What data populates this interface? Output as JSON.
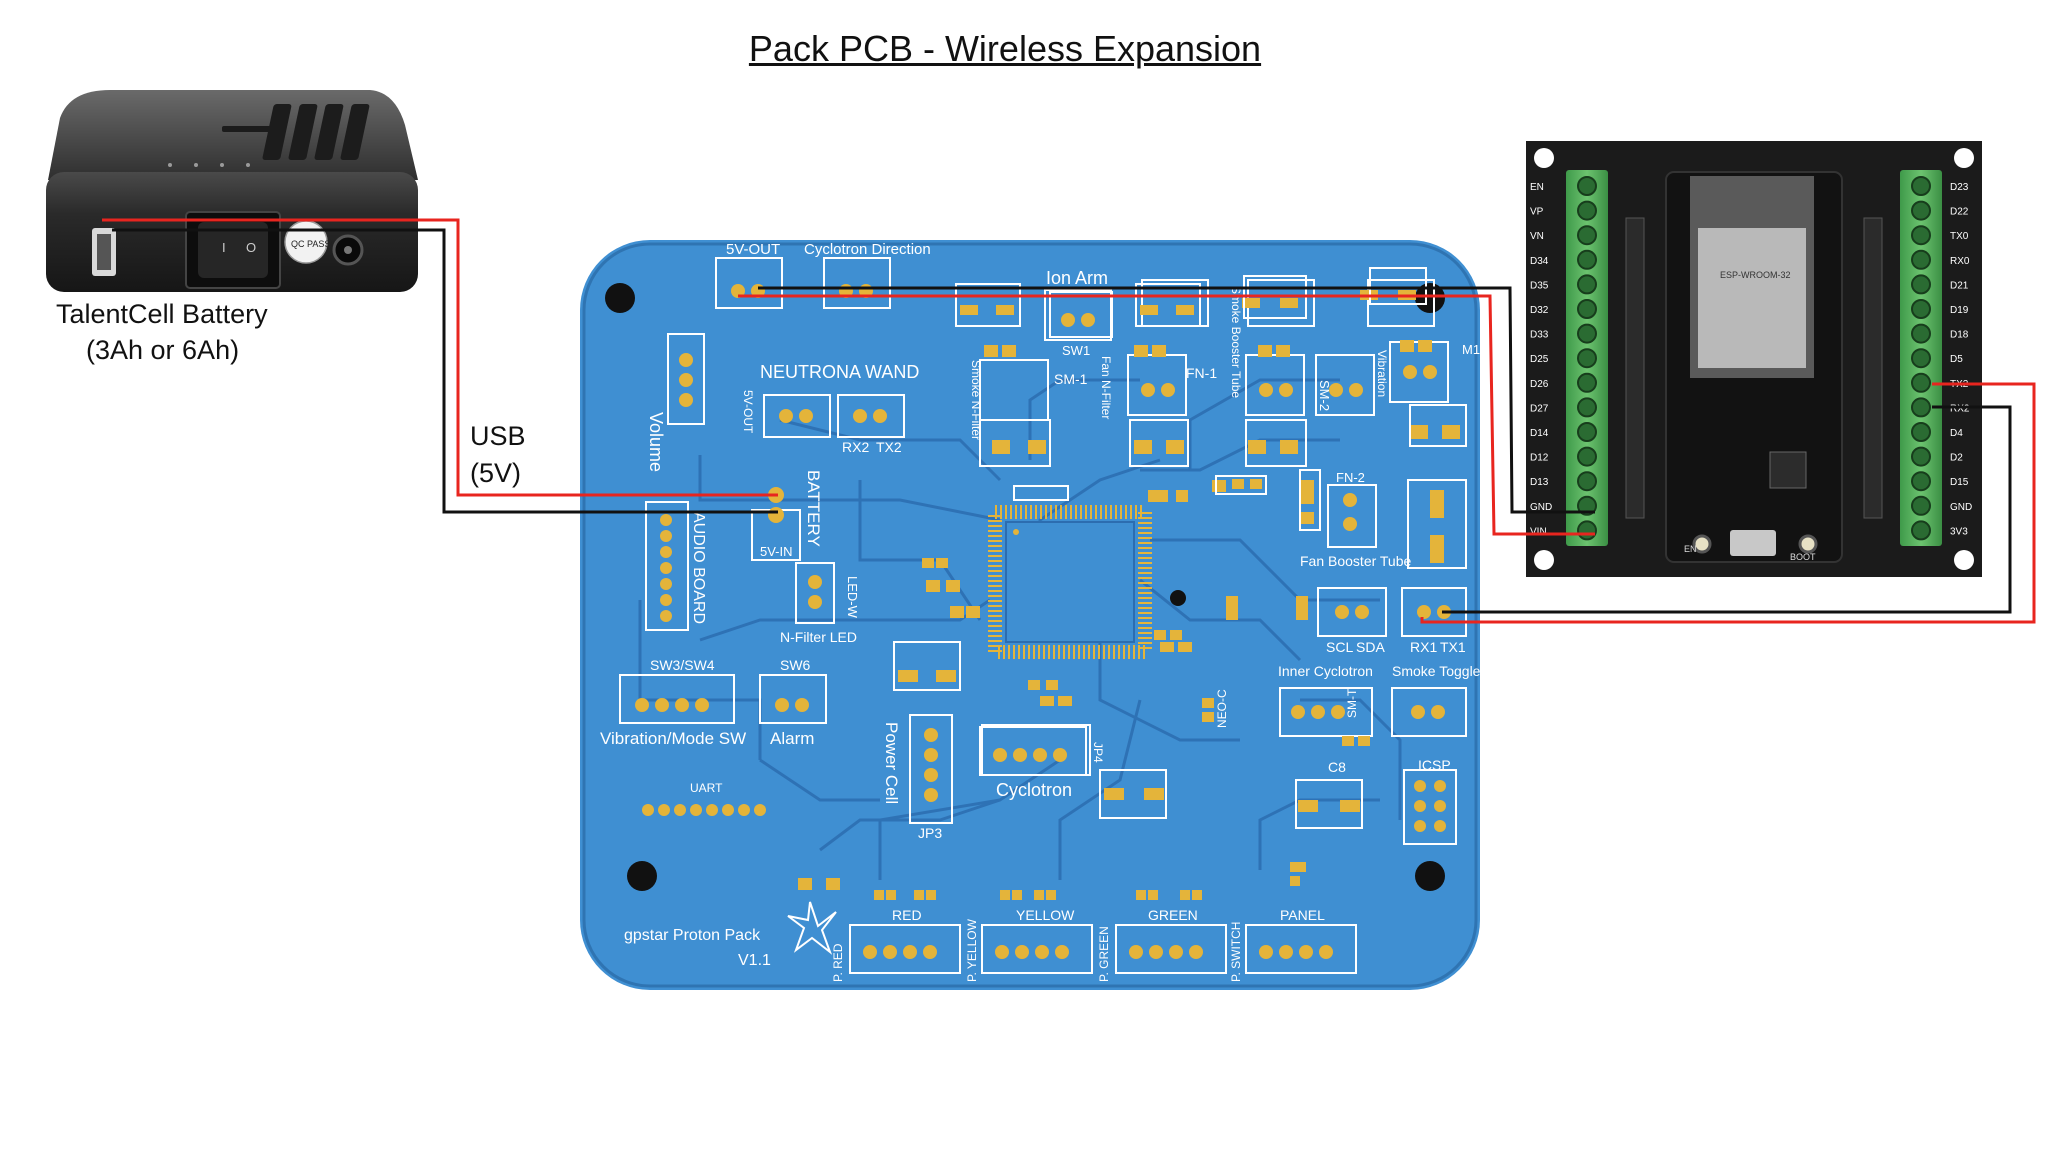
{
  "title": "Pack PCB - Wireless Expansion",
  "battery": {
    "label_line1": "TalentCell Battery",
    "label_line2": "(3Ah or 6Ah)",
    "sticker": "QC PASSED",
    "switch_on": "I",
    "switch_off": "O"
  },
  "cable": {
    "label_line1": "USB",
    "label_line2": "(5V)"
  },
  "wire_colors": {
    "positive": "#e8251f",
    "negative": "#111111",
    "board_blue": "#3f8fd2",
    "pad_gold": "#e4b43a"
  },
  "pcb": {
    "brand": "gpstar Proton Pack",
    "version": "V1.1",
    "connectors": {
      "out5v": "5V-OUT",
      "cyc_dir": "Cyclotron Direction",
      "ion_arm": "Ion Arm",
      "volume": "Volume",
      "neutrona": "NEUTRONA WAND",
      "battery": "BATTERY",
      "in5v": "5V-IN",
      "audio": "AUDIO BOARD",
      "ledw": "LED-W",
      "nfilter_led": "N-Filter LED",
      "sw34": "SW3/SW4",
      "vib_mode": "Vibration/Mode SW",
      "sw6": "SW6",
      "alarm": "Alarm",
      "uart": "UART",
      "power_cell": "Power Cell",
      "jp3": "JP3",
      "cyclotron": "Cyclotron",
      "jp4": "JP4",
      "fan_booster": "Fan Booster Tube",
      "fn2": "FN-2",
      "scl": "SCL",
      "sda": "SDA",
      "rx1": "RX1",
      "tx1": "TX1",
      "inner_cyc": "Inner Cyclotron",
      "smoke_toggle": "Smoke Toggle",
      "icsp": "ICSP",
      "rx2": "RX2",
      "tx2": "TX2",
      "red": "RED",
      "yellow": "YELLOW",
      "green": "GREEN",
      "panel": "PANEL",
      "p_red": "P. RED",
      "p_yellow": "P. YELLOW",
      "p_green": "P. GREEN",
      "p_switch": "P. SWITCH",
      "sw1": "SW1",
      "sm1": "SM-1",
      "sm2": "SM-2",
      "fn1": "FN-1",
      "smoke_nfilter": "Smoke N-Filter",
      "fan_nfilter": "Fan N-Filter",
      "smoke_booster": "Smoke Booster Tube",
      "vibration": "Vibration",
      "m1": "M1",
      "c8": "C8",
      "neo_c": "NEO-C",
      "sm_t": "SM-T",
      "out5v_side": "5V-OUT"
    }
  },
  "esp32": {
    "module": "ESP-WROOM-32",
    "left_pins": [
      "EN",
      "VP",
      "VN",
      "D34",
      "D35",
      "D32",
      "D33",
      "D25",
      "D26",
      "D27",
      "D14",
      "D12",
      "D13",
      "GND",
      "VIN"
    ],
    "right_pins": [
      "D23",
      "D22",
      "TX0",
      "RX0",
      "D21",
      "D19",
      "D18",
      "D5",
      "TX2",
      "RX2",
      "D4",
      "D2",
      "D15",
      "GND",
      "3V3"
    ],
    "btn_en": "EN",
    "btn_boot": "BOOT"
  }
}
